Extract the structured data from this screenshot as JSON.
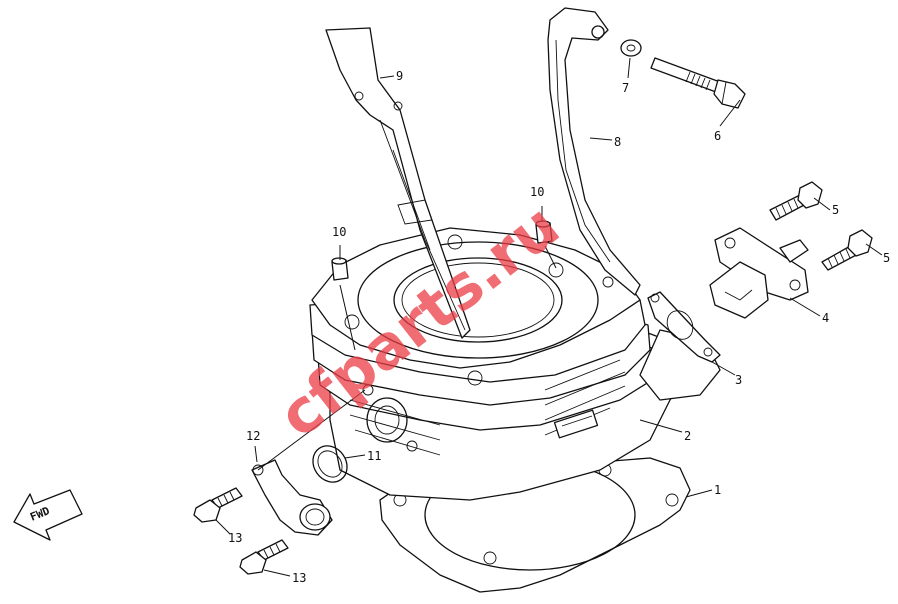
{
  "callouts": [
    {
      "id": "c1",
      "text": "1"
    },
    {
      "id": "c2",
      "text": "2"
    },
    {
      "id": "c3",
      "text": "3"
    },
    {
      "id": "c4",
      "text": "4"
    },
    {
      "id": "c5a",
      "text": "5"
    },
    {
      "id": "c5b",
      "text": "5"
    },
    {
      "id": "c6",
      "text": "6"
    },
    {
      "id": "c7",
      "text": "7"
    },
    {
      "id": "c8",
      "text": "8"
    },
    {
      "id": "c9",
      "text": "9"
    },
    {
      "id": "c10a",
      "text": "10"
    },
    {
      "id": "c10b",
      "text": "10"
    },
    {
      "id": "c11",
      "text": "11"
    },
    {
      "id": "c12",
      "text": "12"
    },
    {
      "id": "c13a",
      "text": "13"
    },
    {
      "id": "c13b",
      "text": "13"
    }
  ],
  "fwd_label": "FWD",
  "watermark": "cfparts.ru",
  "colors": {
    "line": "#111111",
    "watermark": "#eb3c46",
    "background": "#ffffff"
  }
}
